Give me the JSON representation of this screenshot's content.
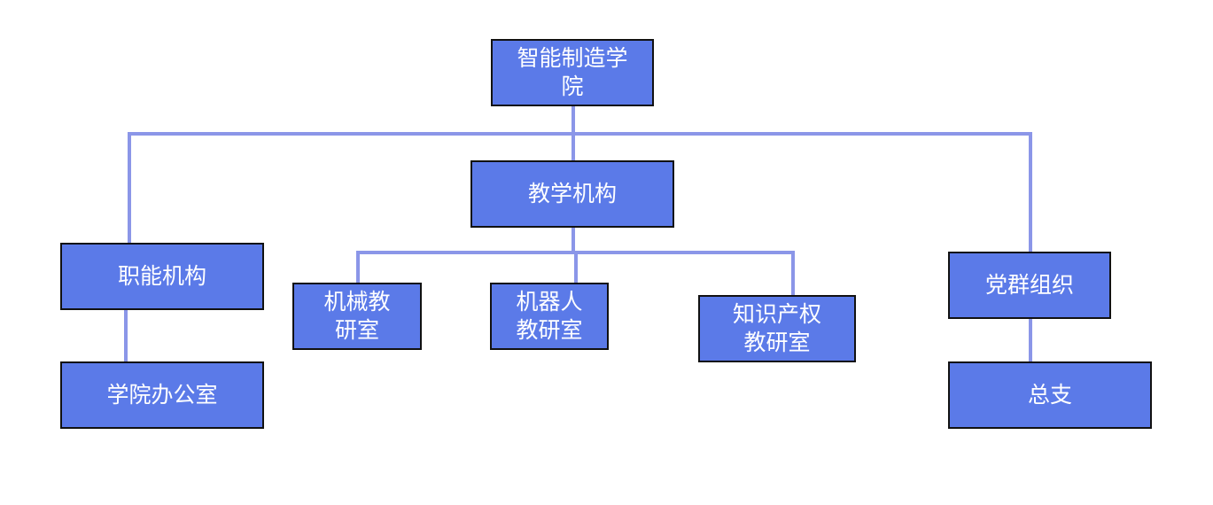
{
  "org_chart": {
    "root": "智能制造学\n院",
    "functional": {
      "label": "职能机构",
      "child": "学院办公室"
    },
    "teaching": {
      "label": "教学机构",
      "children": [
        "机械教\n研室",
        "机器人\n教研室",
        "知识产权\n教研室"
      ]
    },
    "party": {
      "label": "党群组织",
      "child": "总支"
    }
  },
  "colors": {
    "box_fill": "#5b7ae8",
    "box_border": "#111111",
    "connector": "#8b96e8",
    "text": "#ffffff"
  }
}
